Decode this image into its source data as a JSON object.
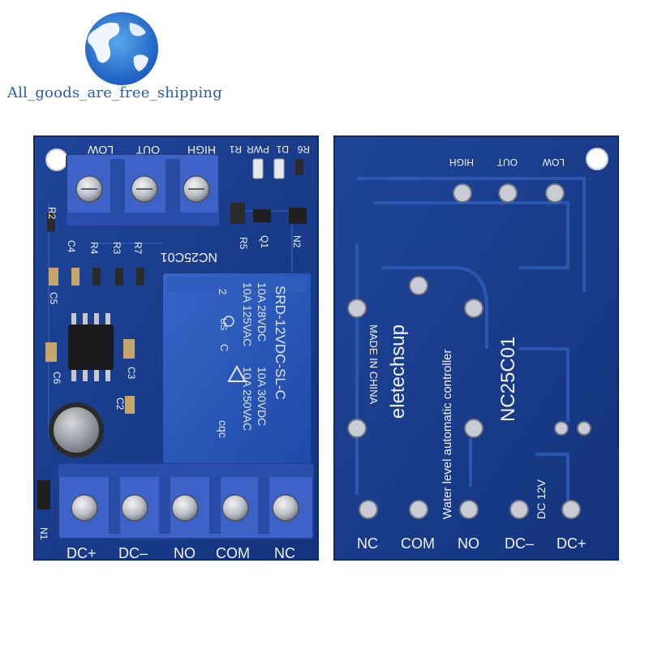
{
  "watermark": {
    "text": "All_goods_are_free_shipping",
    "icon": "globe-icon"
  },
  "front": {
    "top_terminal_labels": [
      "LOW",
      "OUT",
      "HIGH"
    ],
    "top_led_labels": [
      "R1",
      "PWR",
      "D1",
      "R6"
    ],
    "model": "NC25C01",
    "relay": {
      "badge": "2",
      "us": "US",
      "c_mark": "C",
      "col1": [
        "10A 250VAC",
        "10A  30VDC"
      ],
      "col2": [
        "10A 125VAC",
        "10A  28VDC"
      ],
      "model_text": "SRD-12VDC-SL-C",
      "cqc": "cqc"
    },
    "component_labels": {
      "r2": "R2",
      "c4": "C4",
      "r4": "R4",
      "r3": "R3",
      "r7": "R7",
      "c5": "C5",
      "r5": "R5",
      "q1": "Q1",
      "n2": "N2",
      "c6": "C6",
      "c3": "C3",
      "c2": "C2",
      "n1": "N1"
    },
    "bottom_terminal_labels": [
      "DC+",
      "DC–",
      "NO",
      "COM",
      "NC"
    ]
  },
  "back": {
    "top_labels": [
      "HIGH",
      "OUT",
      "LOW"
    ],
    "brand": "eletechsup",
    "made_in": "MADE IN CHINA",
    "line1": "Water   level   automatic   controller",
    "model": "NC25C01",
    "dc_label": "DC 12V",
    "bottom_labels": [
      "NC",
      "COM",
      "NO",
      "DC–",
      "DC+"
    ]
  },
  "colors": {
    "pcb": "#1a3c8c",
    "pcb_dark": "#13307a",
    "terminal": "#3d63c8",
    "relay": "#2a56b8",
    "silkscreen": "#f2f4f8"
  }
}
